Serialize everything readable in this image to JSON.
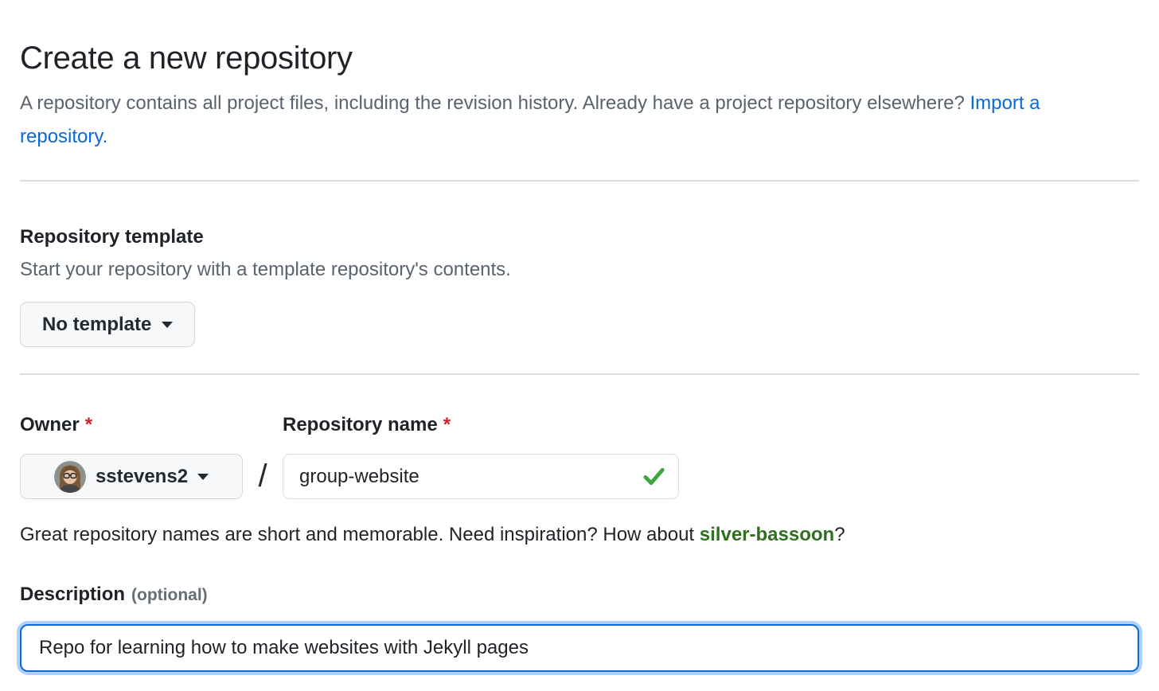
{
  "page": {
    "title": "Create a new repository",
    "intro_text": "A repository contains all project files, including the revision history. Already have a project repository elsewhere? ",
    "intro_link_label": "Import a repository."
  },
  "template_section": {
    "heading": "Repository template",
    "subtext": "Start your repository with a template repository's contents.",
    "button_label": "No template"
  },
  "owner_section": {
    "owner_label": "Owner",
    "required_marker": "*",
    "owner_value": "sstevens2",
    "separator": "/",
    "repo_label": "Repository name",
    "repo_value": "group-website",
    "hint_prefix": "Great repository names are short and memorable. Need inspiration? How about ",
    "hint_suggestion": "silver-bassoon",
    "hint_suffix": "?"
  },
  "description_section": {
    "label": "Description",
    "optional_label": "(optional)",
    "value": "Repo for learning how to make websites with Jekyll pages"
  },
  "colors": {
    "link_blue": "#0969da",
    "required_red": "#cf222e",
    "suggestion_green": "#316f20",
    "check_green": "#3ca63b",
    "focus_border_blue": "#0969da",
    "focus_glow_blue": "#aed0f9",
    "divider_gray": "#d8dee4",
    "button_bg": "#f6f8fa"
  }
}
